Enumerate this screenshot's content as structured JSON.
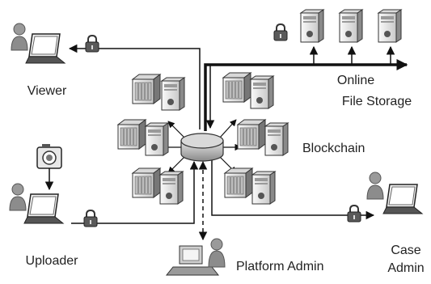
{
  "labels": {
    "viewer": "Viewer",
    "storage_line1": "Online",
    "storage_line2": "File Storage",
    "blockchain": "Blockchain",
    "uploader": "Uploader",
    "platform_admin": "Platform Admin",
    "case_admin_line1": "Case",
    "case_admin_line2": "Admin"
  },
  "colors": {
    "line": "#111111",
    "server_light": "#f2f2f2",
    "server_mid": "#bdbdbd",
    "server_dark": "#6e6e6e",
    "person": "#8c8c8c",
    "lock": "#555555"
  },
  "icons": [
    "laptop-icon",
    "person-icon",
    "lock-icon",
    "server-icon",
    "database-hub-icon",
    "camera-icon",
    "workstation-icon"
  ]
}
